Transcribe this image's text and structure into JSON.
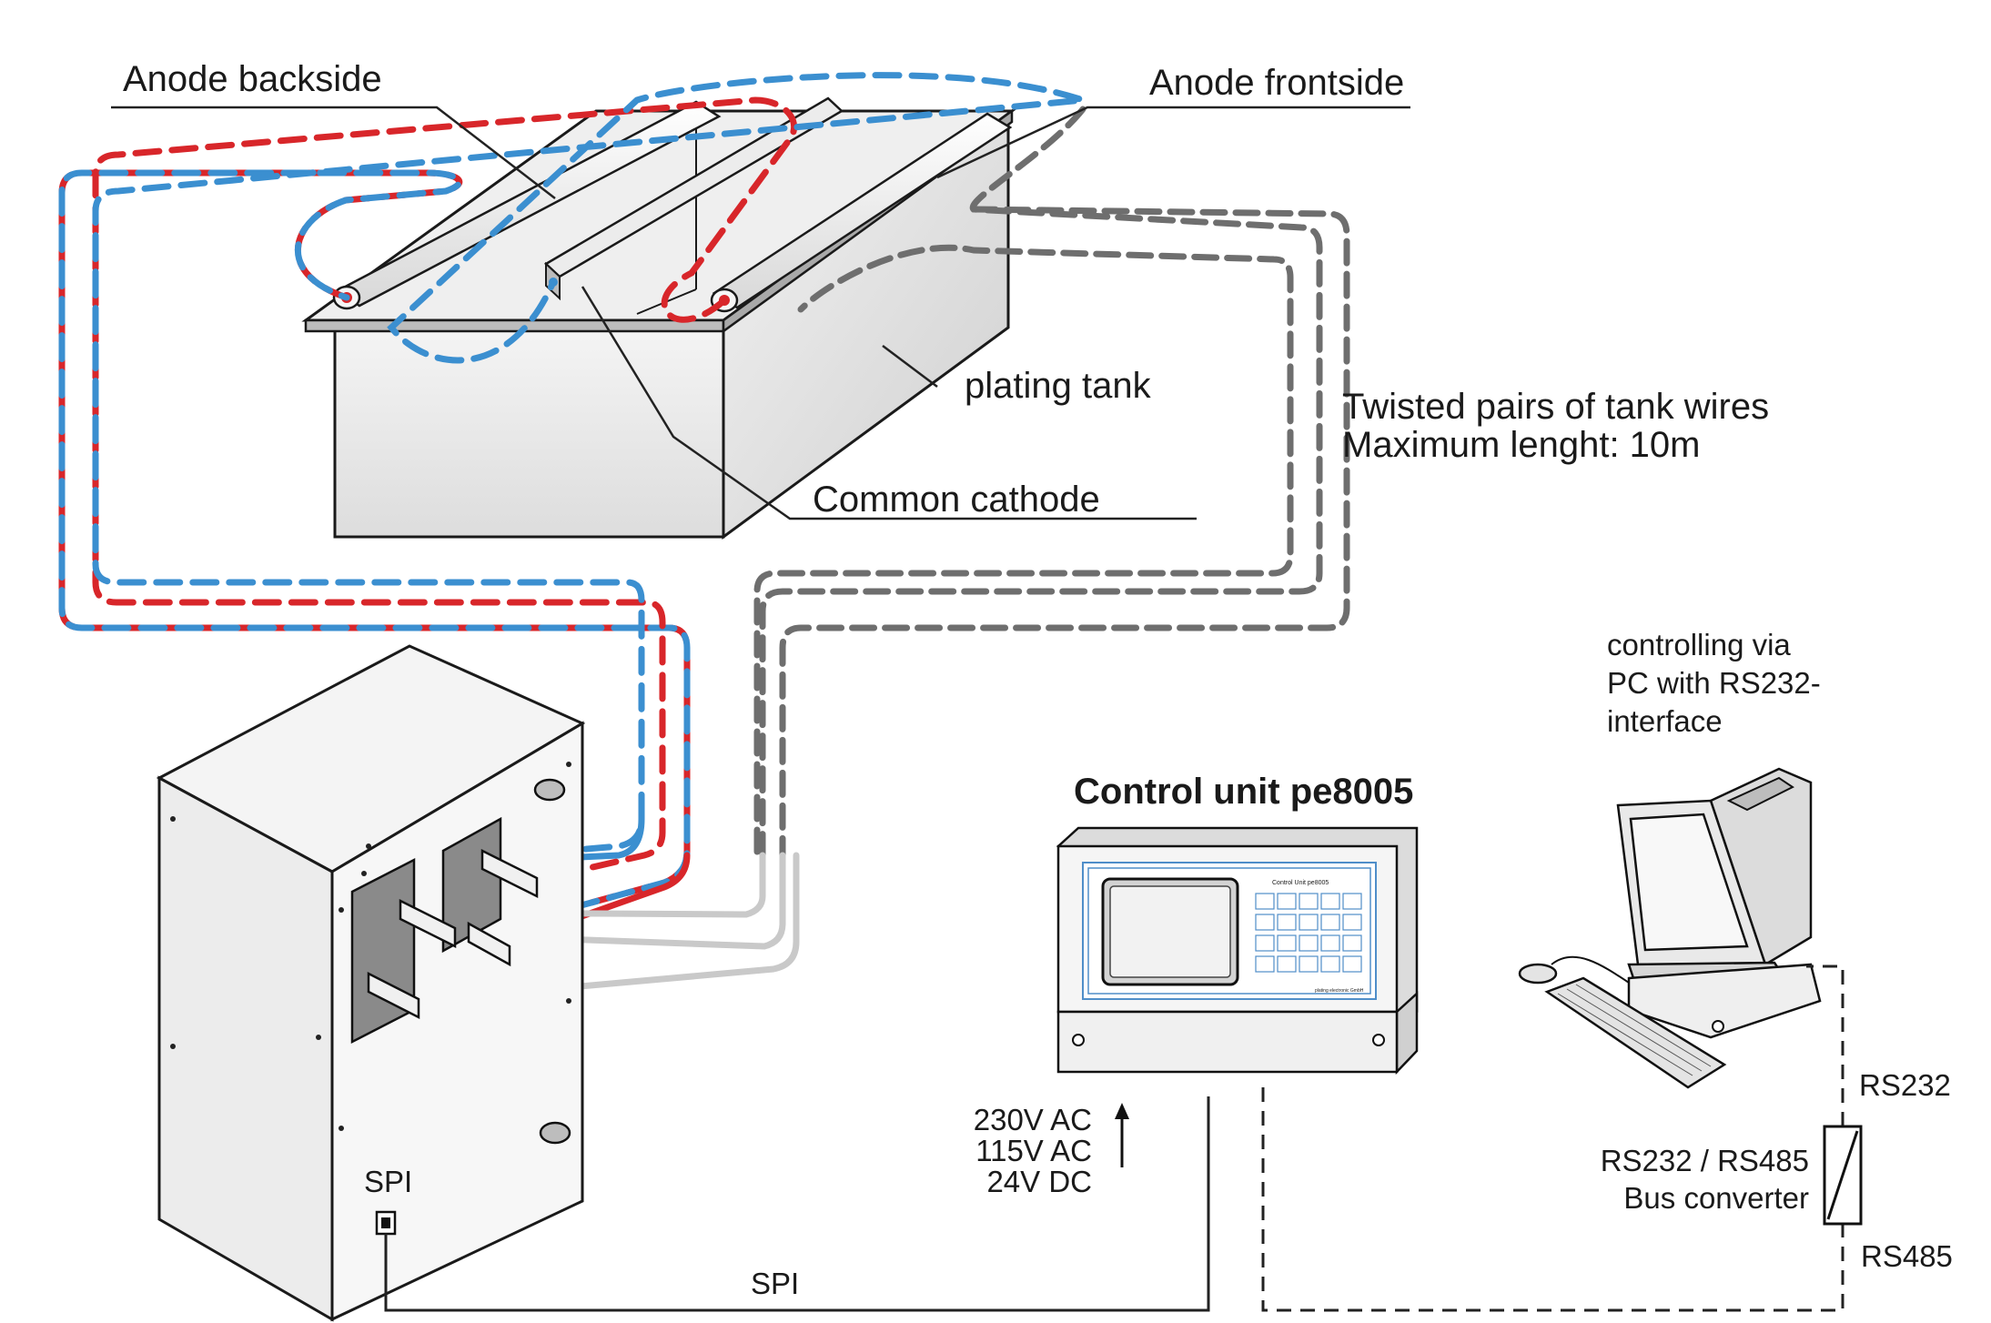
{
  "labels": {
    "anode_backside": "Anode backside",
    "anode_frontside": "Anode frontside",
    "plating_tank": "plating tank",
    "common_cathode": "Common cathode",
    "twisted_pairs_line1": "Twisted pairs of tank wires",
    "twisted_pairs_line2": "Maximum lenght: 10m",
    "control_unit": "Control unit pe8005",
    "pc_line1": "controlling via",
    "pc_line2": "PC with RS232-",
    "pc_line3": "interface",
    "power_line1": "230V AC",
    "power_line2": "115V AC",
    "power_line3": "24V DC",
    "spi_rectifier": "SPI",
    "spi_bus": "SPI",
    "rs232": "RS232",
    "rs485": "RS485",
    "converter_line1": "RS232 / RS485",
    "converter_line2": "Bus converter",
    "display_brand": "Control Unit pe8005",
    "display_footer": "plating electronic GmbH"
  },
  "colors": {
    "anode_wire_red": "#d8262a",
    "cathode_wire_blue": "#3b8fd0",
    "tank_wire_grey": "#6e6e6e",
    "busbar_wire_light": "#c9c9c9",
    "panel_accent": "#4f8ec9"
  },
  "icons": {
    "power_arrow": "up-arrow-icon",
    "converter": "converter-slash-icon",
    "spi_port": "spi-port-icon"
  }
}
